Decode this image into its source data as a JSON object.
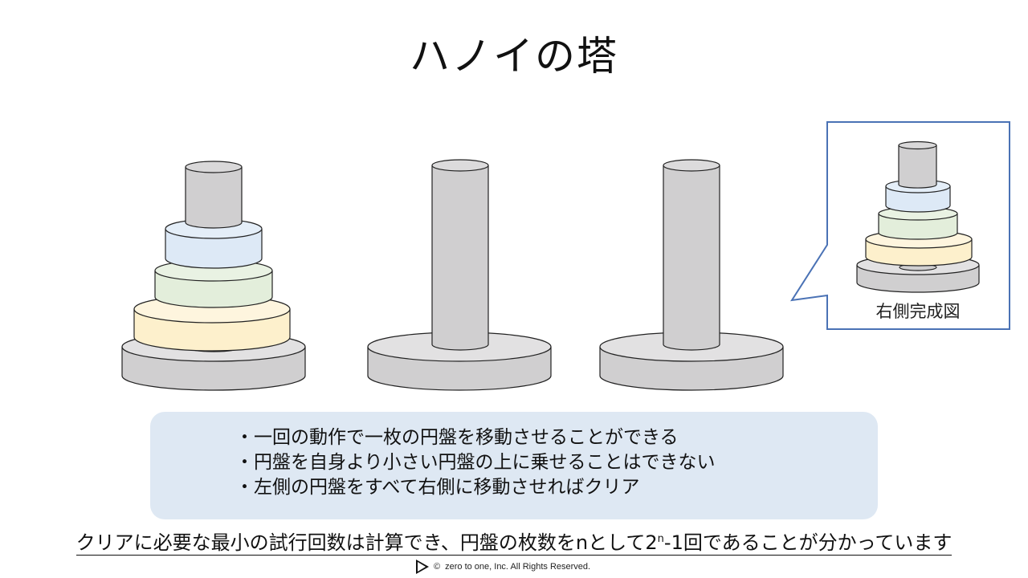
{
  "slide": {
    "title": "ハノイの塔",
    "callout": {
      "label": "右側完成図",
      "border_color": "#4a72b5"
    },
    "pegs": [
      {
        "position": "left",
        "disks": [
          "yellow",
          "green",
          "blue"
        ]
      },
      {
        "position": "middle",
        "disks": []
      },
      {
        "position": "right",
        "disks": []
      }
    ],
    "disk_colors": {
      "yellow": "#fdf0cc",
      "green": "#e3eedb",
      "blue": "#dde9f6",
      "peg": "#d0cfd0",
      "base_top": "#e2e1e2"
    },
    "rules": [
      "一回の動作で一枚の円盤を移動させることができる",
      "円盤を自身より小さい円盤の上に乗せることはできない",
      "左側の円盤をすべて右側に移動させればクリア"
    ],
    "rules_box_color": "#dee8f3",
    "summary": {
      "before": "クリアに必要な最小の試行回数は計算でき、円盤の枚数をnとして2",
      "exponent": "n",
      "after": "-1回であることが分かっています"
    },
    "footer": {
      "copyright_symbol": "©",
      "text": "zero to one, Inc. All Rights Reserved."
    }
  }
}
